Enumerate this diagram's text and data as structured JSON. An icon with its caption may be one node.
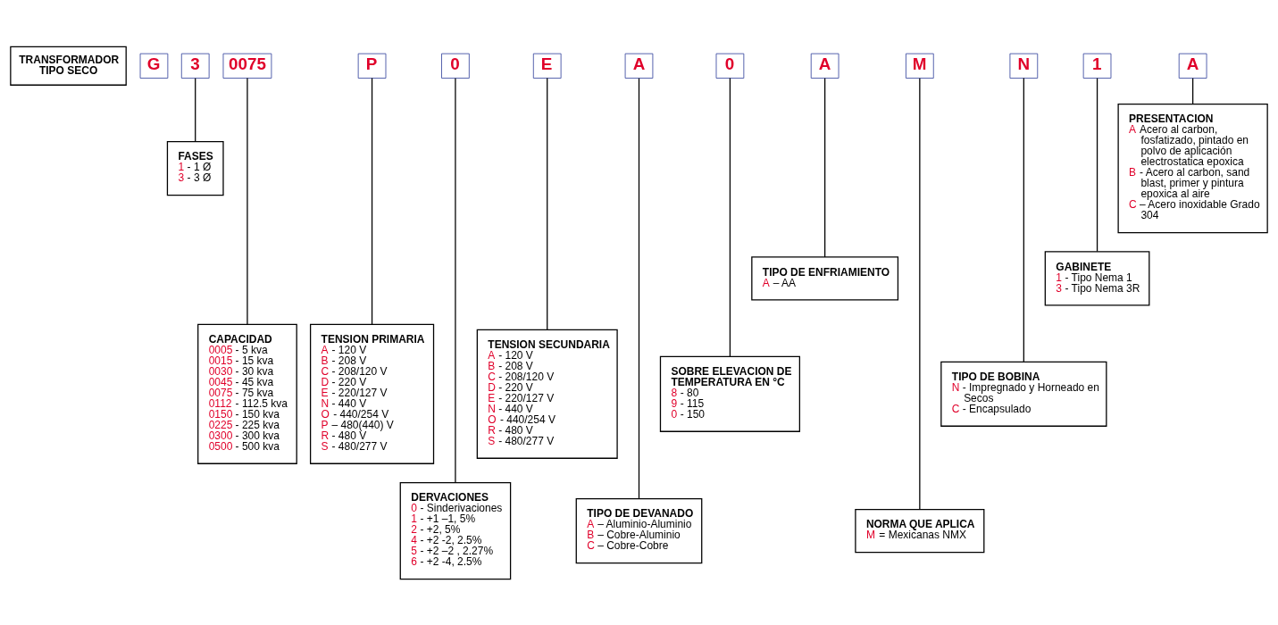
{
  "diagram": {
    "nodes": [
      {
        "text": [
          "G"
        ]
      },
      {
        "text": [
          "3"
        ]
      },
      {
        "text": [
          "0075"
        ]
      },
      {
        "text": [
          "P"
        ]
      },
      {
        "text": [
          "0"
        ]
      },
      {
        "text": [
          "E"
        ]
      },
      {
        "text": [
          "A"
        ]
      },
      {
        "text": [
          "0"
        ]
      },
      {
        "text": [
          "A"
        ]
      },
      {
        "text": [
          "M"
        ]
      },
      {
        "text": [
          "N"
        ]
      },
      {
        "text": [
          "1"
        ]
      },
      {
        "text": [
          "A"
        ]
      },
      {
        "text": [
          "TRANSFORMADOR TIPO SECO"
        ]
      },
      {
        "text": [
          "FASES",
          "1 - 1 Ø",
          "3 - 3 Ø"
        ]
      },
      {
        "text": [
          "PRESENTACION",
          "A Acero al carbon, fosfatizado, pintado en polvo de aplicación electrostatica epoxica",
          "B - Acero al carbon, sand blast, primer y pintura epoxica al aire",
          "C – Acero inoxidable Grado 304"
        ]
      },
      {
        "text": [
          "TIPO DE ENFRIAMIENTO",
          "A – AA"
        ]
      },
      {
        "text": [
          "GABINETE",
          "1 - Tipo Nema 1",
          "3 - Tipo Nema 3R"
        ]
      },
      {
        "text": [
          "CAPACIDAD",
          "0005 - 5 kva",
          "0015 - 15 kva",
          "0030 - 30 kva",
          "0045 - 45 kva",
          "0075 - 75 kva",
          "0112 - 112.5 kva",
          "0150 - 150 kva",
          "0225 - 225 kva",
          "0300 - 300 kva",
          "0500 - 500 kva"
        ]
      },
      {
        "text": [
          "TENSION PRIMARIA",
          "A - 120 V",
          "B - 208 V",
          "C - 208/120 V",
          "D - 220 V",
          "E - 220/127 V",
          "N - 440 V",
          "O - 440/254 V",
          "P – 480(440) V",
          "R - 480 V",
          "S - 480/277 V"
        ]
      },
      {
        "text": [
          "SOBRE ELEVACION DE TEMPERATURA EN °C",
          "8 - 80",
          "9 - 115",
          "0 - 150"
        ]
      },
      {
        "text": [
          "TENSION SECUNDARIA",
          "A - 120 V",
          "B - 208 V",
          "C - 208/120 V",
          "D - 220 V",
          "E - 220/127 V",
          "N - 440 V",
          "O - 440/254 V",
          "R - 480 V",
          "S - 480/277 V"
        ]
      },
      {
        "text": [
          "TIPO DE BOBINA",
          "N - Impregnado y Horneado en Secos",
          "C - Encapsulado"
        ]
      },
      {
        "text": [
          "DERVACIONES",
          "0 - Sinderivaciones",
          "1 - +1 –1, 5%",
          "2 - +2, 5%",
          "4 - +2 -2, 2.5%",
          "5 - +2 –2 , 2.27%",
          "6 - +2 -4, 2.5%"
        ]
      },
      {
        "text": [
          "TIPO DE DEVANADO",
          "A – Aluminio-Aluminio",
          "B – Cobre-Aluminio",
          "C – Cobre-Cobre"
        ]
      },
      {
        "text": [
          "NORMA QUE APLICA",
          "M = Mexicanas NMX"
        ]
      }
    ],
    "edges": [
      {
        "from": 1,
        "to": 14,
        "arrow": "none"
      },
      {
        "from": 2,
        "to": 18,
        "arrow": "none"
      },
      {
        "from": 3,
        "to": 19,
        "arrow": "none"
      },
      {
        "from": 4,
        "to": 23,
        "arrow": "none"
      },
      {
        "from": 5,
        "to": 21,
        "arrow": "none"
      },
      {
        "from": 6,
        "to": 24,
        "arrow": "none"
      },
      {
        "from": 7,
        "to": 20,
        "arrow": "none"
      },
      {
        "from": 8,
        "to": 16,
        "arrow": "none"
      },
      {
        "from": 9,
        "to": 25,
        "arrow": "none"
      },
      {
        "from": 10,
        "to": 22,
        "arrow": "none"
      },
      {
        "from": 11,
        "to": 17,
        "arrow": "none"
      },
      {
        "from": 12,
        "to": 15,
        "arrow": "none"
      }
    ]
  }
}
